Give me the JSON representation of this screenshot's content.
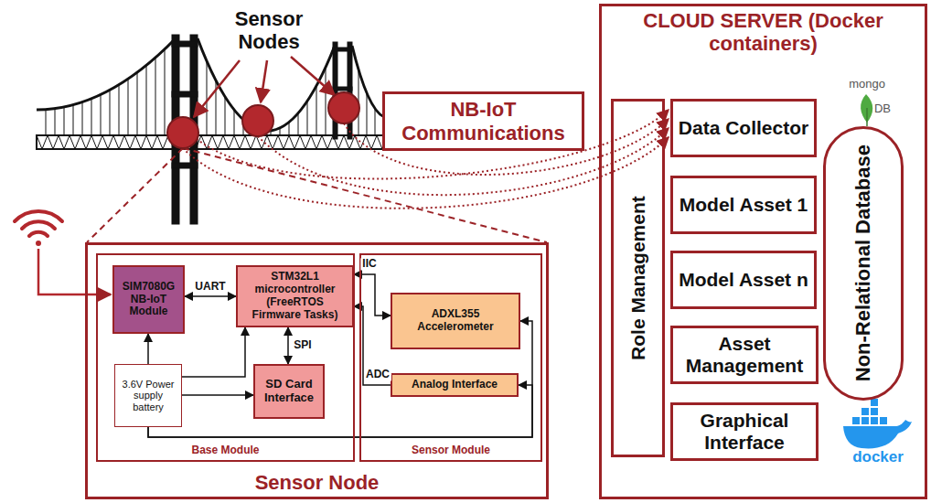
{
  "diagram": {
    "nodes": [
      {
        "text": [
          "NB-IoT Communications"
        ]
      },
      {
        "text": [
          "CLOUD SERVER (Docker containers)"
        ]
      },
      {
        "text": [
          "Role Management"
        ],
        "in": 1
      },
      {
        "text": [
          "Data Collector"
        ],
        "in": 1
      },
      {
        "text": [
          "Model Asset 1"
        ],
        "in": 1
      },
      {
        "text": [
          "Model Asset n"
        ],
        "in": 1
      },
      {
        "text": [
          "Asset Management"
        ],
        "in": 1
      },
      {
        "text": [
          "Graphical Interface"
        ],
        "in": 1
      },
      {
        "text": [
          "Non-Relational Database"
        ],
        "in": 1
      },
      {
        "text": [
          "Sensor Node"
        ]
      },
      {
        "text": [
          "Base Module"
        ],
        "in": 9
      },
      {
        "text": [
          "SIM7080G NB-IoT Module"
        ],
        "in": 10
      },
      {
        "text": [
          "STM32L1 microcontroller (FreeRTOS Firmware Tasks)"
        ],
        "in": 10
      },
      {
        "text": [
          "3.6V Power supply battery"
        ],
        "in": 10
      },
      {
        "text": [
          "SD Card Interface"
        ],
        "in": 10
      },
      {
        "text": [
          "Sensor Module"
        ],
        "in": 9
      },
      {
        "text": [
          "ADXL355 Accelerometer"
        ],
        "in": 15
      },
      {
        "text": [
          "Analog Interface"
        ],
        "in": 15
      }
    ],
    "edges": [
      {
        "from": 11,
        "to": 12,
        "label": "UART",
        "arrow": "both"
      },
      {
        "from": 12,
        "to": 14,
        "label": "SPI",
        "arrow": "both"
      },
      {
        "from": 12,
        "to": 16,
        "label": "IIC",
        "arrow": "both"
      },
      {
        "from": 17,
        "to": 12,
        "label": "ADC",
        "arrow": "to"
      },
      {
        "from": 13,
        "to": 11,
        "arrow": "to"
      },
      {
        "from": 13,
        "to": 12,
        "arrow": "to"
      },
      {
        "from": 13,
        "to": 14,
        "arrow": "to"
      },
      {
        "from": 13,
        "to": 16,
        "arrow": "to"
      },
      {
        "from": 13,
        "to": 17,
        "arrow": "to"
      }
    ],
    "labels": [
      "Sensor Nodes",
      "mongo",
      "DB",
      "docker"
    ]
  }
}
